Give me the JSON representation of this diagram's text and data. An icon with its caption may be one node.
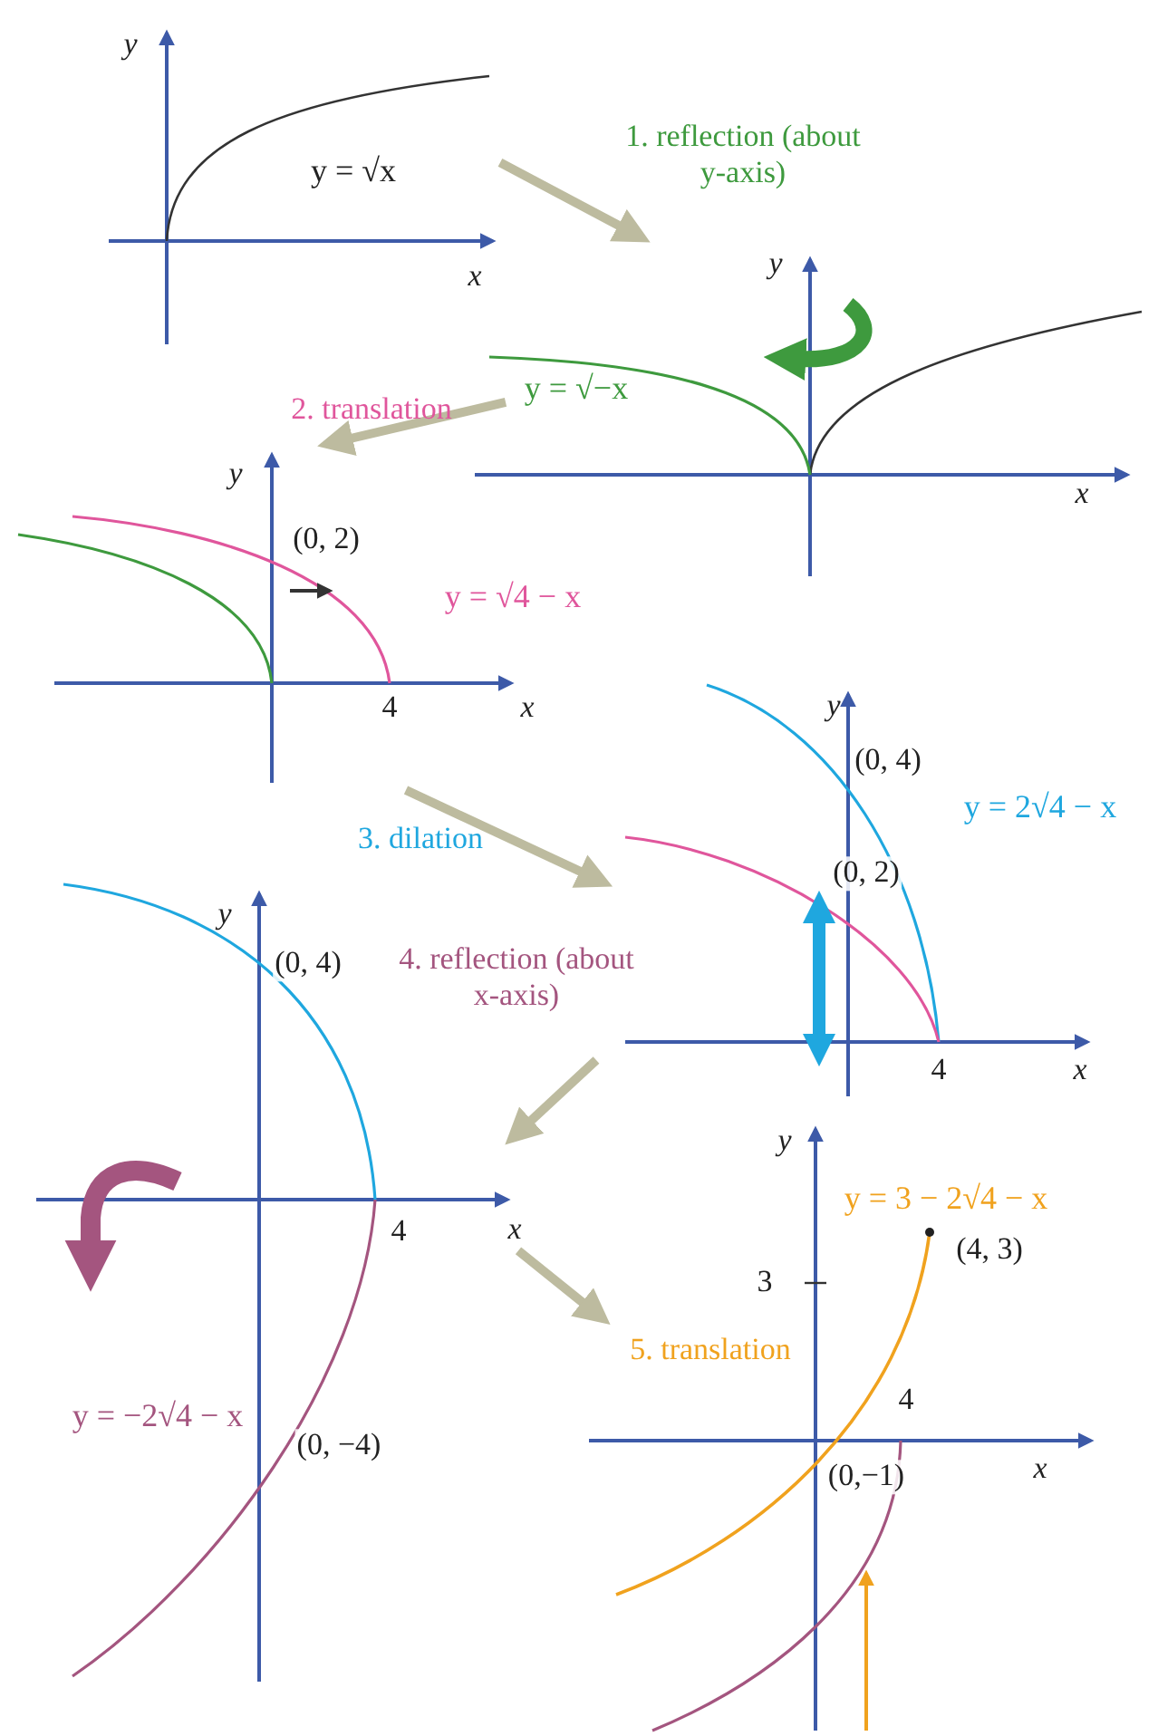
{
  "diagram": {
    "nodes": [
      {
        "text": [
          "y",
          "y = √x",
          "x"
        ]
      },
      {
        "text": [
          "y",
          "y = √−x",
          "x"
        ]
      },
      {
        "text": [
          "y",
          "(0, 2)",
          "y = √4 − x",
          "4",
          "x"
        ]
      },
      {
        "text": [
          "y",
          "(0, 4)",
          "y = 2√4 − x",
          "(0, 2)",
          "4",
          "x"
        ]
      },
      {
        "text": [
          "y",
          "(0, 4)",
          "4",
          "x",
          "y = −2√4 − x",
          "(0, −4)"
        ]
      },
      {
        "text": [
          "y",
          "y = 3 − 2√4 − x",
          "3",
          "(4, 3)",
          "4",
          "x",
          "(0,−1)"
        ]
      }
    ],
    "edges": [
      {
        "from": 0,
        "to": 1,
        "arrow": "to",
        "label": "1. reflection (about y-axis)"
      },
      {
        "from": 1,
        "to": 2,
        "arrow": "to",
        "label": "2. translation"
      },
      {
        "from": 2,
        "to": 3,
        "arrow": "to",
        "label": "3. dilation"
      },
      {
        "from": 3,
        "to": 4,
        "arrow": "to",
        "label": "4. reflection (about x-axis)"
      },
      {
        "from": 4,
        "to": 5,
        "arrow": "to",
        "label": "5. translation"
      }
    ]
  }
}
